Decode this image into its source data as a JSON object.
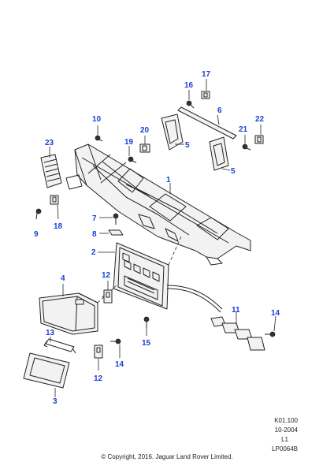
{
  "callouts": {
    "c1": "1",
    "c2": "2",
    "c3": "3",
    "c4": "4",
    "c5a": "5",
    "c5b": "5",
    "c6": "6",
    "c7": "7",
    "c8": "8",
    "c9": "9",
    "c10": "10",
    "c11": "11",
    "c12a": "12",
    "c12b": "12",
    "c13": "13",
    "c14a": "14",
    "c14b": "14",
    "c15": "15",
    "c16": "16",
    "c17": "17",
    "c18": "18",
    "c19": "19",
    "c20": "20",
    "c21": "21",
    "c22": "22",
    "c23": "23"
  },
  "reference": {
    "code": "K01.100",
    "date": "10-2004",
    "level": "L1",
    "illustration": "LP0064B"
  },
  "copyright": "© Copyright, 2016. Jaguar Land Rover Limited.",
  "colors": {
    "callout": "#1a3fd6",
    "line": "#222222"
  }
}
